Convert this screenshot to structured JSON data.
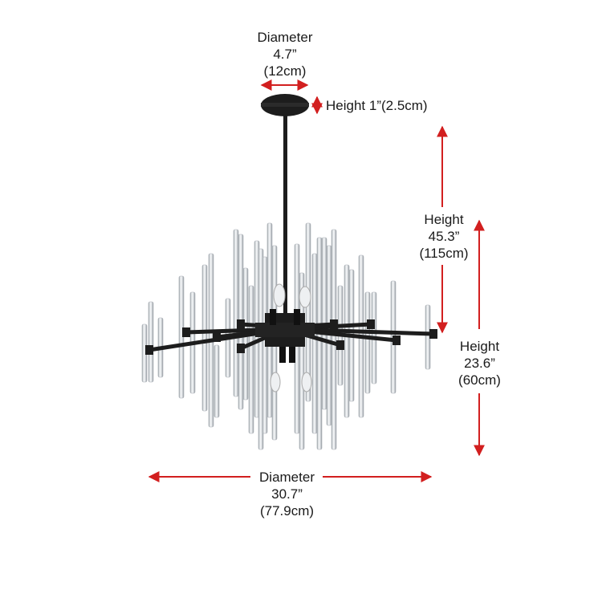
{
  "colors": {
    "arrow": "#d21f1f",
    "fixture_metal": "#1d1d1d",
    "crystal_rod": "#c9cdd2",
    "background": "#ffffff"
  },
  "canopy_diameter": {
    "title": "Diameter",
    "inches": "4.7”",
    "cm": "(12cm)"
  },
  "canopy_height": {
    "text": "Height 1”(2.5cm)"
  },
  "total_height": {
    "title": "Height",
    "inches": "45.3”",
    "cm": "(115cm)"
  },
  "body_height": {
    "title": "Height",
    "inches": "23.6”",
    "cm": "(60cm)"
  },
  "body_diameter": {
    "title": "Diameter",
    "inches": "30.7”",
    "cm": "(77.9cm)"
  }
}
